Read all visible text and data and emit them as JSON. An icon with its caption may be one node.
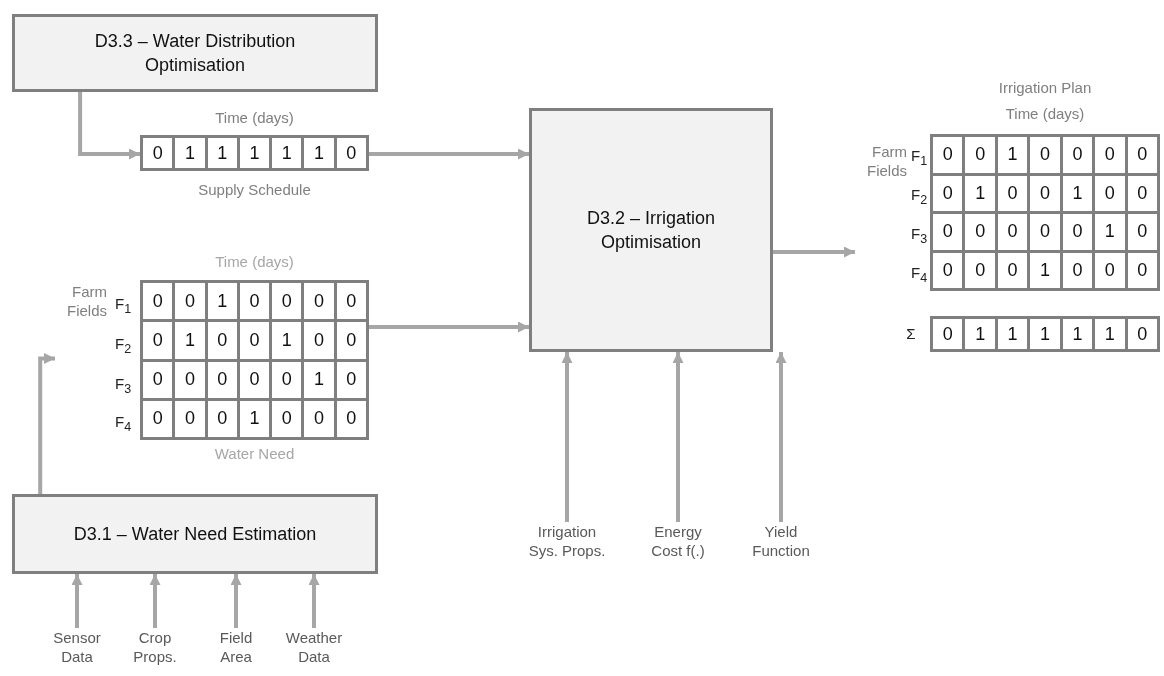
{
  "diagram": {
    "nodes": [
      {
        "text": [
          "D3.3 – Water Distribution Optimisation"
        ]
      },
      {
        "text": [
          "0",
          "1",
          "1",
          "1",
          "1",
          "1",
          "0"
        ],
        "beside": [
          "Time (days)",
          "Supply Schedule"
        ]
      },
      {
        "text": [
          "D3.2 – Irrigation Optimisation"
        ]
      },
      {
        "text": [
          "0",
          "0",
          "1",
          "0",
          "0",
          "0",
          "0",
          "0",
          "1",
          "0",
          "0",
          "1",
          "0",
          "0",
          "0",
          "0",
          "0",
          "0",
          "0",
          "1",
          "0",
          "0",
          "0",
          "0",
          "1",
          "0",
          "0",
          "0"
        ],
        "beside": [
          "Time (days)",
          "Farm Fields",
          "F$_{1}$",
          "F$_{2}$",
          "F$_{3}$",
          "F$_{4}$",
          "Water Need"
        ]
      },
      {
        "text": [
          "0",
          "0",
          "1",
          "0",
          "0",
          "0",
          "0",
          "0",
          "1",
          "0",
          "0",
          "1",
          "0",
          "0",
          "0",
          "0",
          "0",
          "0",
          "0",
          "1",
          "0",
          "0",
          "0",
          "0",
          "1",
          "0",
          "0",
          "0"
        ],
        "beside": [
          "Irrigation Plan",
          "Time (days)",
          "Farm Fields",
          "F$_{1}$",
          "F$_{2}$",
          "F$_{3}$",
          "F$_{4}$"
        ]
      },
      {
        "text": [
          "0",
          "1",
          "1",
          "1",
          "1",
          "1",
          "0"
        ],
        "beside": [
          "Σ"
        ]
      },
      {
        "text": [
          "D3.1 – Water Need Estimation"
        ]
      },
      {
        "text": [
          "Irrigation Sys. Props."
        ]
      },
      {
        "text": [
          "Energy Cost f(.)"
        ]
      },
      {
        "text": [
          "Yield Function"
        ]
      },
      {
        "text": [
          "Sensor Data"
        ]
      },
      {
        "text": [
          "Crop Props."
        ]
      },
      {
        "text": [
          "Field Area"
        ]
      },
      {
        "text": [
          "Weather Data"
        ]
      }
    ],
    "edges": [
      {
        "from": 0,
        "to": 1,
        "arrow": "to"
      },
      {
        "from": 1,
        "to": 2,
        "arrow": "to"
      },
      {
        "from": 3,
        "to": 2,
        "arrow": "to"
      },
      {
        "from": 2,
        "to": 4,
        "arrow": "to"
      },
      {
        "from": 6,
        "to": 3,
        "arrow": "to"
      },
      {
        "from": 7,
        "to": 2,
        "arrow": "to"
      },
      {
        "from": 8,
        "to": 2,
        "arrow": "to"
      },
      {
        "from": 9,
        "to": 2,
        "arrow": "to"
      },
      {
        "from": 10,
        "to": 6,
        "arrow": "to"
      },
      {
        "from": 11,
        "to": 6,
        "arrow": "to"
      },
      {
        "from": 12,
        "to": 6,
        "arrow": "to"
      },
      {
        "from": 13,
        "to": 6,
        "arrow": "to"
      }
    ]
  }
}
